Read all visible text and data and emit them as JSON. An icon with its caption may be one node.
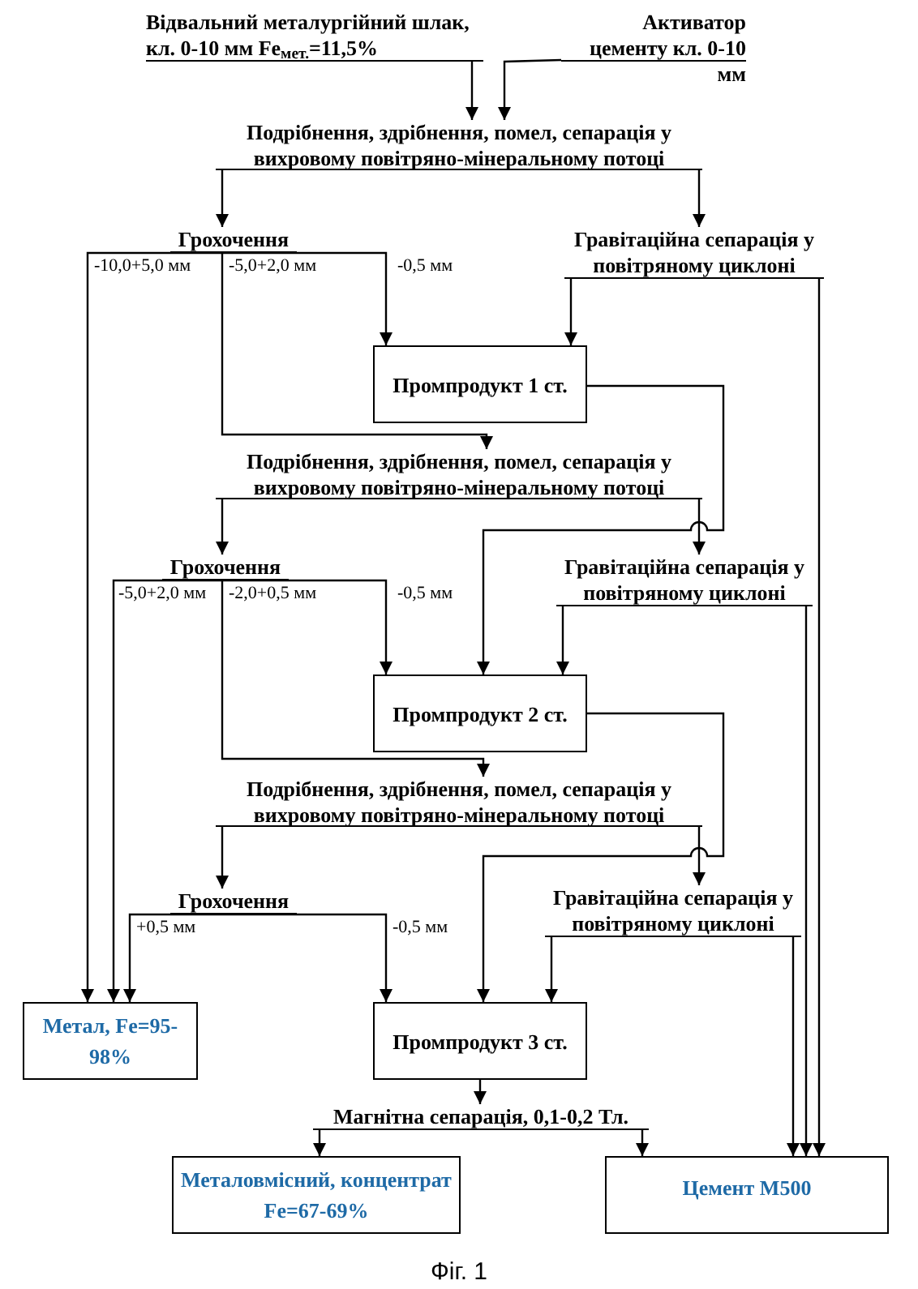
{
  "diagram": {
    "caption": "Фіг. 1",
    "nodes": [
      {
        "text": [
          "Відвальний металургійний шлак, кл. 0-10 мм Fe$_{мет.}$=11,5%"
        ]
      },
      {
        "text": [
          "Активатор цементу кл. 0-10 мм"
        ]
      },
      {
        "text": [
          "Подрібнення, здрібнення, помел, сепарація у вихровому повітряно-мінеральному потоці"
        ]
      },
      {
        "text": [
          "Грохочення"
        ]
      },
      {
        "text": [
          "Гравітаційна сепарація у повітряному циклоні"
        ]
      },
      {
        "text": [
          "Промпродукт 1 ст."
        ]
      },
      {
        "text": [
          "Подрібнення, здрібнення, помел, сепарація у вихровому повітряно-мінеральному потоці"
        ]
      },
      {
        "text": [
          "Грохочення"
        ]
      },
      {
        "text": [
          "Гравітаційна сепарація у повітряному циклоні"
        ]
      },
      {
        "text": [
          "Промпродукт 2 ст."
        ]
      },
      {
        "text": [
          "Подрібнення, здрібнення, помел, сепарація у вихровому повітряно-мінеральному потоці"
        ]
      },
      {
        "text": [
          "Грохочення"
        ]
      },
      {
        "text": [
          "Гравітаційна сепарація у повітряному циклоні"
        ]
      },
      {
        "text": [
          "Метал, Fe=95-98%"
        ]
      },
      {
        "text": [
          "Промпродукт 3 ст."
        ]
      },
      {
        "text": [
          "Магнітна сепарація, 0,1-0,2 Тл."
        ]
      },
      {
        "text": [
          "Металовмісний, концентрат Fe=67-69%"
        ]
      },
      {
        "text": [
          "Цемент М500"
        ]
      }
    ],
    "edges": [
      {
        "from": 0,
        "to": 2,
        "arrow": "to"
      },
      {
        "from": 1,
        "to": 2,
        "arrow": "to"
      },
      {
        "from": 2,
        "to": 3,
        "arrow": "to"
      },
      {
        "from": 2,
        "to": 4,
        "arrow": "to"
      },
      {
        "from": 3,
        "to": 13,
        "arrow": "to",
        "label": "-10,0+5,0 мм"
      },
      {
        "from": 3,
        "to": 6,
        "arrow": "to",
        "label": "-5,0+2,0 мм"
      },
      {
        "from": 3,
        "to": 5,
        "arrow": "to",
        "label": "-0,5 мм"
      },
      {
        "from": 4,
        "to": 5,
        "arrow": "to"
      },
      {
        "from": 4,
        "to": 17,
        "arrow": "to"
      },
      {
        "from": 5,
        "to": 9,
        "arrow": "to"
      },
      {
        "from": 6,
        "to": 7,
        "arrow": "to"
      },
      {
        "from": 6,
        "to": 8,
        "arrow": "to"
      },
      {
        "from": 7,
        "to": 13,
        "arrow": "to",
        "label": "-5,0+2,0 мм"
      },
      {
        "from": 7,
        "to": 10,
        "arrow": "to",
        "label": "-2,0+0,5 мм"
      },
      {
        "from": 7,
        "to": 9,
        "arrow": "to",
        "label": "-0,5 мм"
      },
      {
        "from": 8,
        "to": 9,
        "arrow": "to"
      },
      {
        "from": 8,
        "to": 17,
        "arrow": "to"
      },
      {
        "from": 9,
        "to": 14,
        "arrow": "to"
      },
      {
        "from": 10,
        "to": 11,
        "arrow": "to"
      },
      {
        "from": 10,
        "to": 12,
        "arrow": "to"
      },
      {
        "from": 11,
        "to": 13,
        "arrow": "to",
        "label": "+0,5 мм"
      },
      {
        "from": 11,
        "to": 14,
        "arrow": "to",
        "label": "-0,5 мм"
      },
      {
        "from": 12,
        "to": 14,
        "arrow": "to"
      },
      {
        "from": 12,
        "to": 17,
        "arrow": "to"
      },
      {
        "from": 14,
        "to": 15,
        "arrow": "to"
      },
      {
        "from": 15,
        "to": 16,
        "arrow": "to"
      },
      {
        "from": 15,
        "to": 17,
        "arrow": "to"
      }
    ]
  }
}
